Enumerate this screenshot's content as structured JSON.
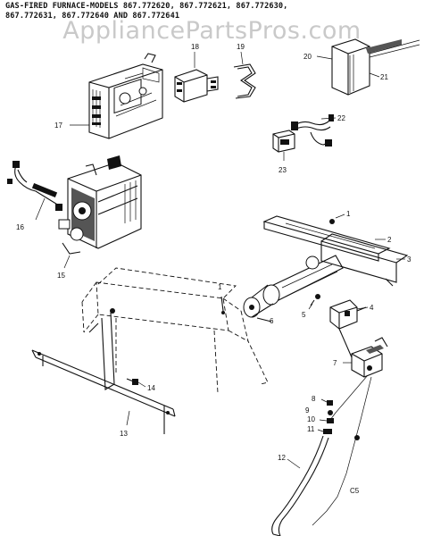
{
  "title": "GAS-FIRED FURNACE-MODELS 867.772620, 867.772621, 867.772630,\n867.772631, 867.772640 AND 867.772641",
  "watermark": "AppliancePartsPros.com",
  "callouts": {
    "c1a": "1",
    "c1b": "1",
    "c2": "2",
    "c3": "3",
    "c4": "4",
    "c5": "5",
    "c6": "6",
    "c7": "7",
    "c8": "8",
    "c9": "9",
    "c10": "10",
    "c11": "11",
    "c12": "12",
    "c13": "13",
    "c14": "14",
    "c15": "15",
    "c16": "16",
    "c17": "17",
    "c18": "18",
    "c19": "19",
    "c20": "20",
    "c21": "21",
    "c22": "22",
    "c23": "23",
    "code": "C5"
  }
}
